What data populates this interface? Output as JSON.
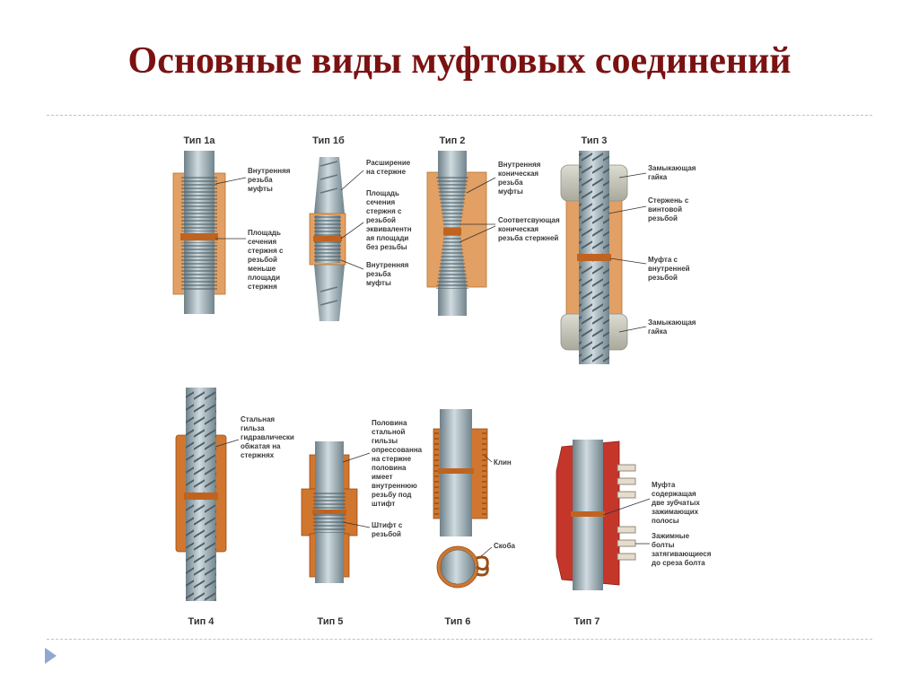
{
  "title": "Основные виды муфтовых соединений",
  "colors": {
    "title": "#7b1212",
    "steel": "#9fb0b6",
    "coupling": "#e2a064",
    "coupling_dark": "#c0631f",
    "nut": "#c6c6bc",
    "coupling_red": "#c4352a"
  },
  "types": {
    "t1a": {
      "title": "Тип 1а",
      "labels": [
        [
          "Внутренняя",
          "резьба",
          "муфты"
        ],
        [
          "Площадь",
          "сечения",
          "стержня с",
          "резьбой",
          "меньше",
          "площади",
          "стержня"
        ]
      ]
    },
    "t1b": {
      "title": "Тип 1б",
      "labels": [
        [
          "Расширение",
          "на стержне"
        ],
        [
          "Площадь",
          "сечения",
          "стержня с",
          "резьбой",
          "эквивалентн",
          "ая площади",
          "без резьбы"
        ],
        [
          "Внутренняя",
          "резьба",
          "муфты"
        ]
      ]
    },
    "t2": {
      "title": "Тип 2",
      "labels": [
        [
          "Внутренняя",
          "коническая",
          "резьба",
          "муфты"
        ],
        [
          "Соответсвующая",
          "коническая",
          "резьба стержней"
        ]
      ]
    },
    "t3": {
      "title": "Тип 3",
      "labels": [
        [
          "Замыкающая",
          "гайка"
        ],
        [
          "Стержень с",
          "винтовой",
          "резьбой"
        ],
        [
          "Муфта с",
          "внутренней",
          "резьбой"
        ],
        [
          "Замыкающая",
          "гайка"
        ]
      ]
    },
    "t4": {
      "title": "Тип 4",
      "labels": [
        [
          "Стальная",
          "гильза",
          "гидравлически",
          "обжатая на",
          "стержнях"
        ]
      ]
    },
    "t5": {
      "title": "Тип 5",
      "labels": [
        [
          "Половина",
          "стальной",
          "гильзы",
          "опрессованна",
          "на стержне",
          "половина",
          "имеет",
          "внутреннюю",
          "резьбу под",
          "штифт"
        ],
        [
          "Штифт с",
          "резьбой"
        ]
      ]
    },
    "t6": {
      "title": "Тип 6",
      "labels": [
        [
          "Клин"
        ],
        [
          "Скоба"
        ]
      ]
    },
    "t7": {
      "title": "Тип 7",
      "labels": [
        [
          "Муфта",
          "содержащая",
          "две зубчатых",
          "зажимающих",
          "полосы"
        ],
        [
          "Зажимные",
          "болты",
          "затягивающиеся",
          "до среза болта"
        ]
      ]
    }
  }
}
